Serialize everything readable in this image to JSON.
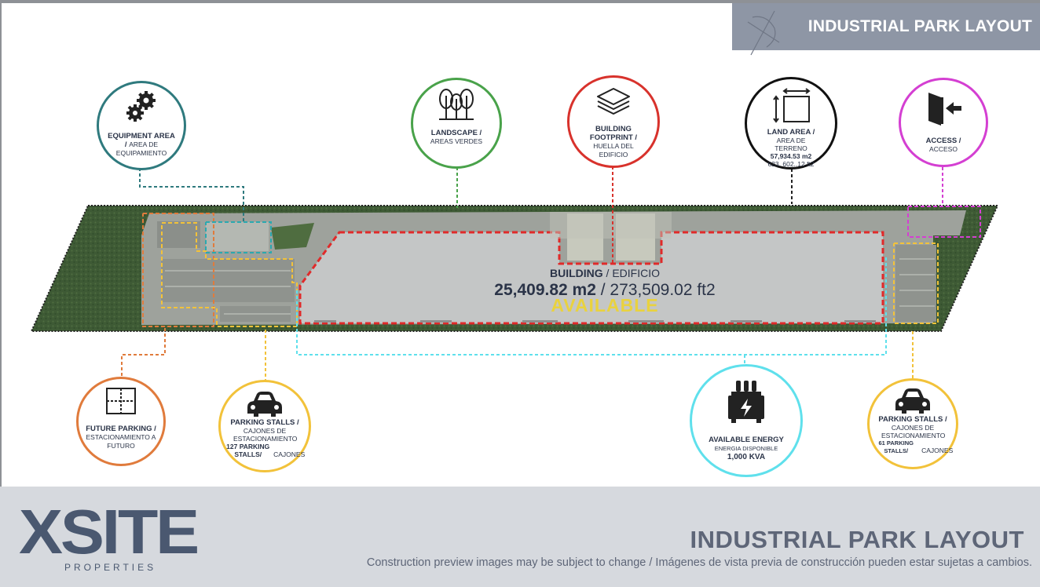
{
  "header": {
    "title": "INDUSTRIAL PARK LAYOUT"
  },
  "building": {
    "label": "BUILDING",
    "label_es": "EDIFICIO",
    "area_m2": "25,409.82 m2",
    "area_ft2": "273,509.02 ft2",
    "status": "AVAILABLE"
  },
  "callouts": {
    "equipment": {
      "title": "EQUIPMENT AREA",
      "sep": "/",
      "sub": "AREA DE EQUIPAMIENTO",
      "icon": "gears-icon",
      "color": "#2f7a7e"
    },
    "landscape": {
      "title": "LANDSCAPE /",
      "sub": "AREAS VERDES",
      "icon": "trees-icon",
      "color": "#49a24a"
    },
    "footprint": {
      "title": "BUILDING FOOTPRINT /",
      "sub": "HUELLA DEL EDIFICIO",
      "icon": "layers-icon",
      "color": "#d8322c"
    },
    "land": {
      "title": "LAND AREA /",
      "sub1": "AREA DE TERRENO",
      "value": "57,934.53 m2",
      "value2": "623, 602..12 ft2",
      "icon": "land-area-icon",
      "color": "#111111"
    },
    "access": {
      "title": "ACCESS /",
      "sub": "ACCESO",
      "icon": "access-icon",
      "color": "#d43fd2"
    },
    "future": {
      "title": "FUTURE PARKING /",
      "sub": "ESTACIONAMIENTO A FUTURO",
      "icon": "future-parking-icon",
      "color": "#e07b3c"
    },
    "parking1": {
      "title": "PARKING STALLS /",
      "sub": "CAJONES DE ESTACIONAMIENTO",
      "count": "127 PARKING STALLS/",
      "count_es": "CAJONES",
      "icon": "car-icon",
      "color": "#f2c23a"
    },
    "energy": {
      "title": "AVAILABLE ENERGY",
      "sub": "ENERGIA DISPONIBLE",
      "value": "1,000 KVA",
      "icon": "transformer-icon",
      "color": "#5fe0ec"
    },
    "parking2": {
      "title": "PARKING STALLS /",
      "sub": "CAJONES DE ESTACIONAMIENTO",
      "count": "61 PARKING STALLS/",
      "count_es": "CAJONES",
      "icon": "car-icon",
      "color": "#f2c23a"
    }
  },
  "footer": {
    "title": "INDUSTRIAL PARK LAYOUT",
    "note": "Construction preview images may be subject to change / Imágenes de vista previa de construcción pueden estar sujetas a cambios.",
    "logo_text": "XSITE",
    "logo_sub": "PROPERTIES"
  }
}
